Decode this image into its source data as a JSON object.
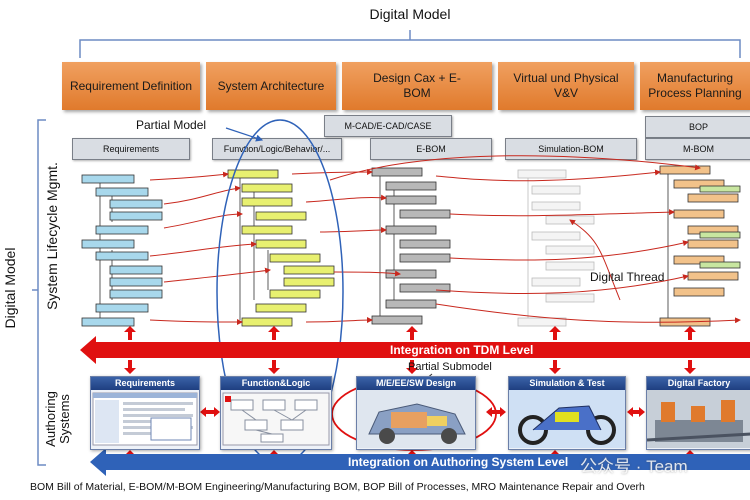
{
  "title": "Digital Model",
  "left_label": "Digital Model",
  "lifecycle_label": "System Lifecycle Mgmt.",
  "authoring_label": "Authoring Systems",
  "phases": [
    {
      "label": "Requirement Definition"
    },
    {
      "label": "System Architecture"
    },
    {
      "label": "Design Cax + E-BOM"
    },
    {
      "label": "Virtual und Physical V&V"
    },
    {
      "label": "Manufacturing Process Planning"
    }
  ],
  "boxes": {
    "requirements": "Requirements",
    "function_logic": "Funvtion/Logic/Behavior/...",
    "mcad": "M-CAD/E-CAD/CASE",
    "ebom": "E-BOM",
    "simulation_bom": "Simulation-BOM",
    "bop": "BOP",
    "mbom": "M-BOM"
  },
  "annotations": {
    "partial_model": "Partial Model",
    "partial_submodel": "Partial Submodel",
    "digital_thread": "Digital Thread"
  },
  "bands": {
    "tdm": "Integration on TDM Level",
    "authoring": "Integration on Authoring System Level"
  },
  "authoring_systems": [
    {
      "label": "Requirements"
    },
    {
      "label": "Function&Logic"
    },
    {
      "label": "M/E/EE/SW Design"
    },
    {
      "label": "Simulation & Test"
    },
    {
      "label": "Digital Factory"
    }
  ],
  "footer": "BOM Bill of Material, E-BOM/M-BOM Engineering/Manufacturing BOM, BOP Bill of Processes,  MRO Maintenance Repair and Overh",
  "watermark": "公众号 · Team",
  "colors": {
    "phase_orange": "#e8893f",
    "tdm_red": "#e01010",
    "authoring_blue": "#2f62b8",
    "tree_blue": "#a8d8ec",
    "tree_yellow": "#e8f070",
    "tree_gray": "#b8b8b8",
    "thread_red": "#c8281e"
  }
}
